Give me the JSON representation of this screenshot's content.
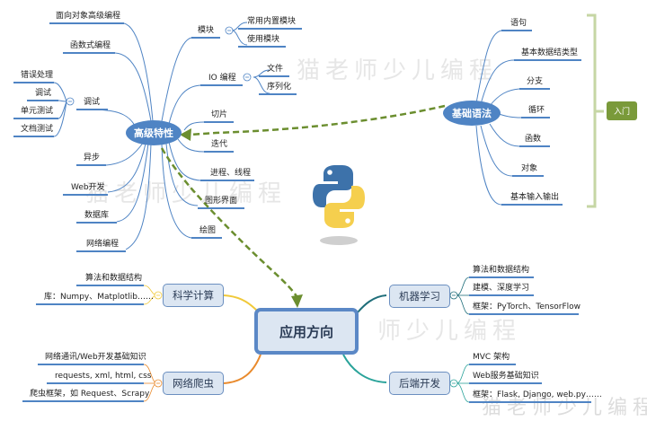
{
  "watermarks": [
    "猫老师少儿编程",
    "猫老师少儿编程",
    "师少儿编程",
    "猫老师少儿编程"
  ],
  "colors": {
    "branch_blue": "#4f84c4",
    "link_green": "#6b8e2f",
    "bracket_green": "#c6d6a4",
    "tag_green": "#7a9a3a",
    "node_fill": "#dce6f2",
    "root_border": "#5b88c6",
    "sci_line": "#f0c93a",
    "spider_line": "#e98a2c",
    "ml_line": "#1f6e7a",
    "backend_line": "#2aa39a"
  },
  "advanced": {
    "title": "高级特性",
    "left_items": [
      "面向对象高级编程",
      "函数式编程",
      "调试",
      "异步",
      "Web开发",
      "数据库",
      "网络编程"
    ],
    "debug_children": [
      "错误处理",
      "调试",
      "单元测试",
      "文档测试"
    ],
    "right_items": [
      "模块",
      "IO 编程",
      "切片",
      "迭代",
      "进程、线程",
      "图形界面",
      "绘图"
    ],
    "module_children": [
      "常用内置模块",
      "使用模块"
    ],
    "io_children": [
      "文件",
      "序列化"
    ]
  },
  "basics": {
    "title": "基础语法",
    "items": [
      "语句",
      "基本数据结类型",
      "分支",
      "循环",
      "函数",
      "对象",
      "基本输入输出"
    ],
    "group_tag": "入门"
  },
  "logo": {
    "name": "python-logo"
  },
  "application": {
    "title": "应用方向",
    "scientific": {
      "title": "科学计算",
      "items": [
        "算法和数据结构",
        "库：Numpy、Matplotlib……"
      ]
    },
    "spider": {
      "title": "网络爬虫",
      "items": [
        "网络通讯/Web开发基础知识",
        "requests, xml, html, css",
        "爬虫框架，如 Request、Scrapy"
      ]
    },
    "ml": {
      "title": "机器学习",
      "items": [
        "算法和数据结构",
        "建模、深度学习",
        "框架：PyTorch、TensorFlow"
      ]
    },
    "backend": {
      "title": "后端开发",
      "items": [
        "MVC 架构",
        "Web服务基础知识",
        "框架：Flask, Django, web.py……"
      ]
    }
  }
}
